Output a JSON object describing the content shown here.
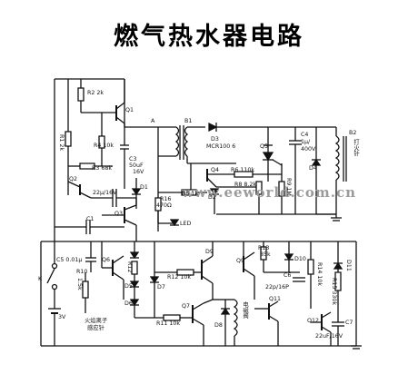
{
  "title": "燃气热水器电路",
  "watermark": "www.eeworld.com.cn",
  "labels": {
    "R2": "R2 2k",
    "Q1": "Q1",
    "A": "A",
    "B1": "B1",
    "D3": "D3",
    "C4": "C4",
    "C4v": "1μ/",
    "C4v2": "400V",
    "B2": "B2",
    "ignite": "打火针",
    "R1": "R1 2k",
    "R4": "R4 10k",
    "MCR": "MCR100 6",
    "Q5": "Q5",
    "R3": "R3 68k",
    "C3": "C3",
    "C3v": "50uF",
    "C3v2": "16V",
    "Q4": "Q4",
    "R6": "R6 110k",
    "R9": "R9 1M",
    "Q2": "Q2",
    "C2": "22μ/16V",
    "D1": "D1",
    "R5": "R5 1k",
    "R8": "R8 8.2k",
    "D2": "D2",
    "R16": "R16",
    "R16v": "470Ω",
    "D4": "D4",
    "Q3": "Q3",
    "LED": "LED",
    "C1": "C1",
    "D9": "D9",
    "R13": "R13",
    "R13v": "85k",
    "D10": "D10",
    "C5": "C5 0.01μ",
    "Q6": "Q6",
    "R12a": "R12",
    "R12b": "R12 10k",
    "Q9": "Q9",
    "C6": "C6",
    "C6v": "22p/16P",
    "R14": "R14 10k",
    "D11": "D11",
    "K": "K",
    "R10": "R10",
    "R10v": "1.5k",
    "D7": "D7",
    "D5": "D5",
    "Q7": "Q7",
    "D6": "D6",
    "R15": "R15 330k",
    "Q11": "Q11",
    "Q12": "Q12",
    "battery": "3V",
    "sensor": "火焰离子",
    "sensor2": "感应针",
    "R11": "R11 10k",
    "D8": "D8",
    "coil": "电磁阀",
    "C7": "C7",
    "C7v": "22uF/16V"
  }
}
